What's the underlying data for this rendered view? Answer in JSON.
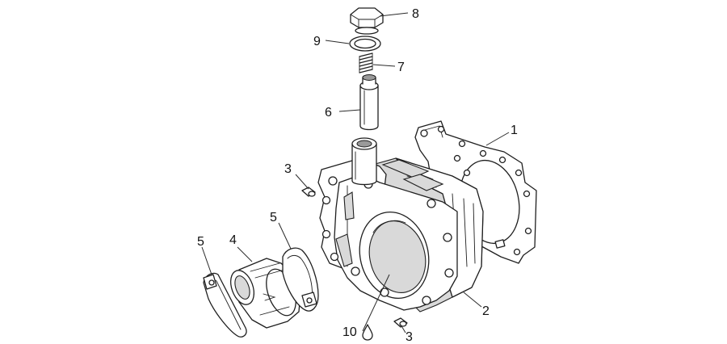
{
  "callouts": [
    {
      "id": "1",
      "text": "1"
    },
    {
      "id": "2",
      "text": "2"
    },
    {
      "id": "3a",
      "text": "3"
    },
    {
      "id": "3b",
      "text": "3"
    },
    {
      "id": "4",
      "text": "4"
    },
    {
      "id": "5a",
      "text": "5"
    },
    {
      "id": "5b",
      "text": "5"
    },
    {
      "id": "6",
      "text": "6"
    },
    {
      "id": "7",
      "text": "7"
    },
    {
      "id": "8",
      "text": "8"
    },
    {
      "id": "9",
      "text": "9"
    },
    {
      "id": "10",
      "text": "10"
    }
  ],
  "colors": {
    "line": "#1f1f1f",
    "shade": "#d9d9d9",
    "background": "#ffffff"
  }
}
